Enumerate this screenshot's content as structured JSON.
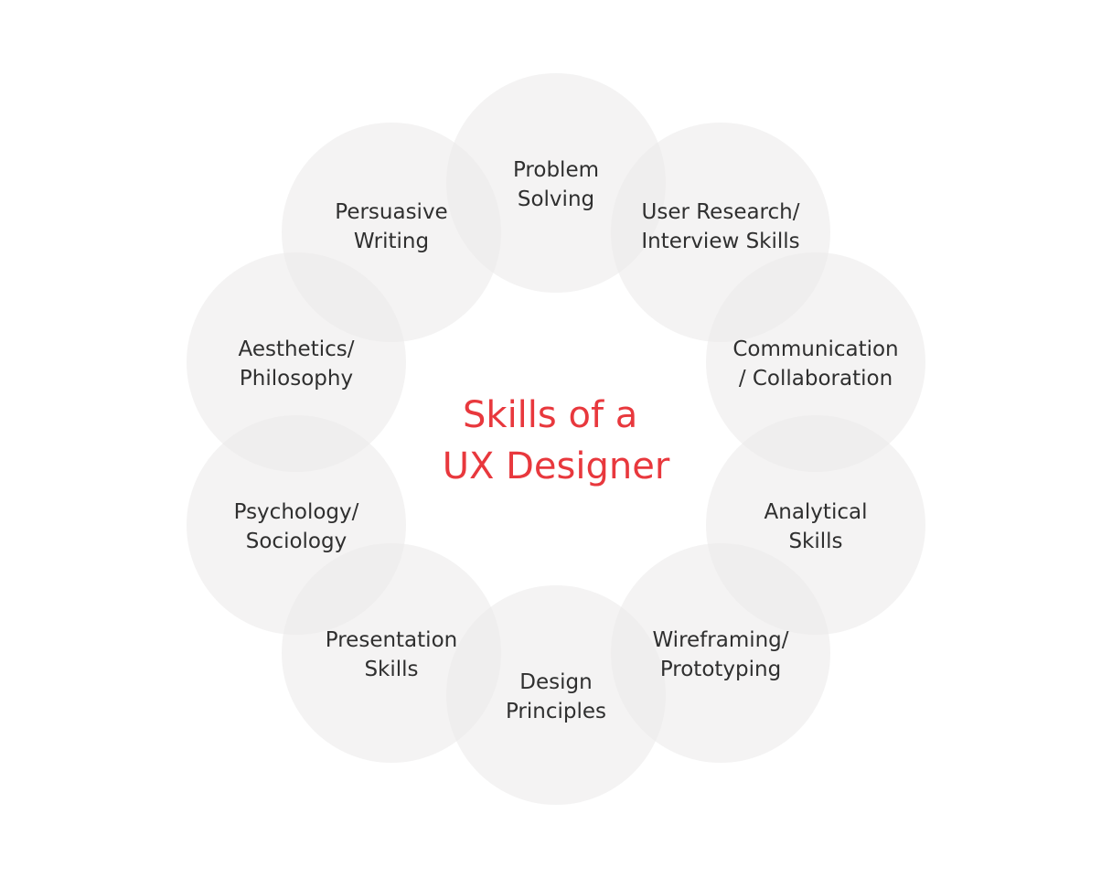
{
  "diagram": {
    "title_lines": [
      "Skills of a",
      "UX Designer"
    ],
    "colors": {
      "title": "#e8383d",
      "label": "#2f2f2f",
      "circle": "#ebe9e9"
    },
    "skills": [
      {
        "id": "problem-solving",
        "lines": [
          "Problem",
          "Solving"
        ]
      },
      {
        "id": "user-research",
        "lines": [
          "User Research/",
          "Interview Skills"
        ]
      },
      {
        "id": "communication",
        "lines": [
          "Communication",
          "/ Collaboration"
        ]
      },
      {
        "id": "analytical",
        "lines": [
          "Analytical",
          "Skills"
        ]
      },
      {
        "id": "wireframing",
        "lines": [
          "Wireframing/",
          "Prototyping"
        ]
      },
      {
        "id": "design-principles",
        "lines": [
          "Design",
          "Principles"
        ]
      },
      {
        "id": "presentation",
        "lines": [
          "Presentation",
          "Skills"
        ]
      },
      {
        "id": "psychology",
        "lines": [
          "Psychology/",
          "Sociology"
        ]
      },
      {
        "id": "aesthetics",
        "lines": [
          "Aesthetics/",
          "Philosophy"
        ]
      },
      {
        "id": "persuasive-writing",
        "lines": [
          "Persuasive",
          "Writing"
        ]
      }
    ]
  }
}
